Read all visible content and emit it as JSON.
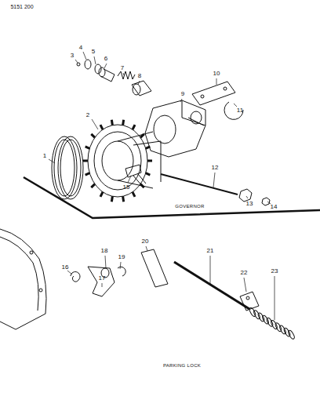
{
  "diagram": {
    "labels": [
      "5151 200",
      "1",
      "2",
      "3",
      "4",
      "5",
      "6",
      "7",
      "8",
      "9",
      "10",
      "11",
      "12",
      "13",
      "14",
      "15",
      "16",
      "17",
      "18",
      "19",
      "20",
      "21",
      "22",
      "23",
      "GOVERNOR",
      "PARKING LOCK"
    ]
  }
}
